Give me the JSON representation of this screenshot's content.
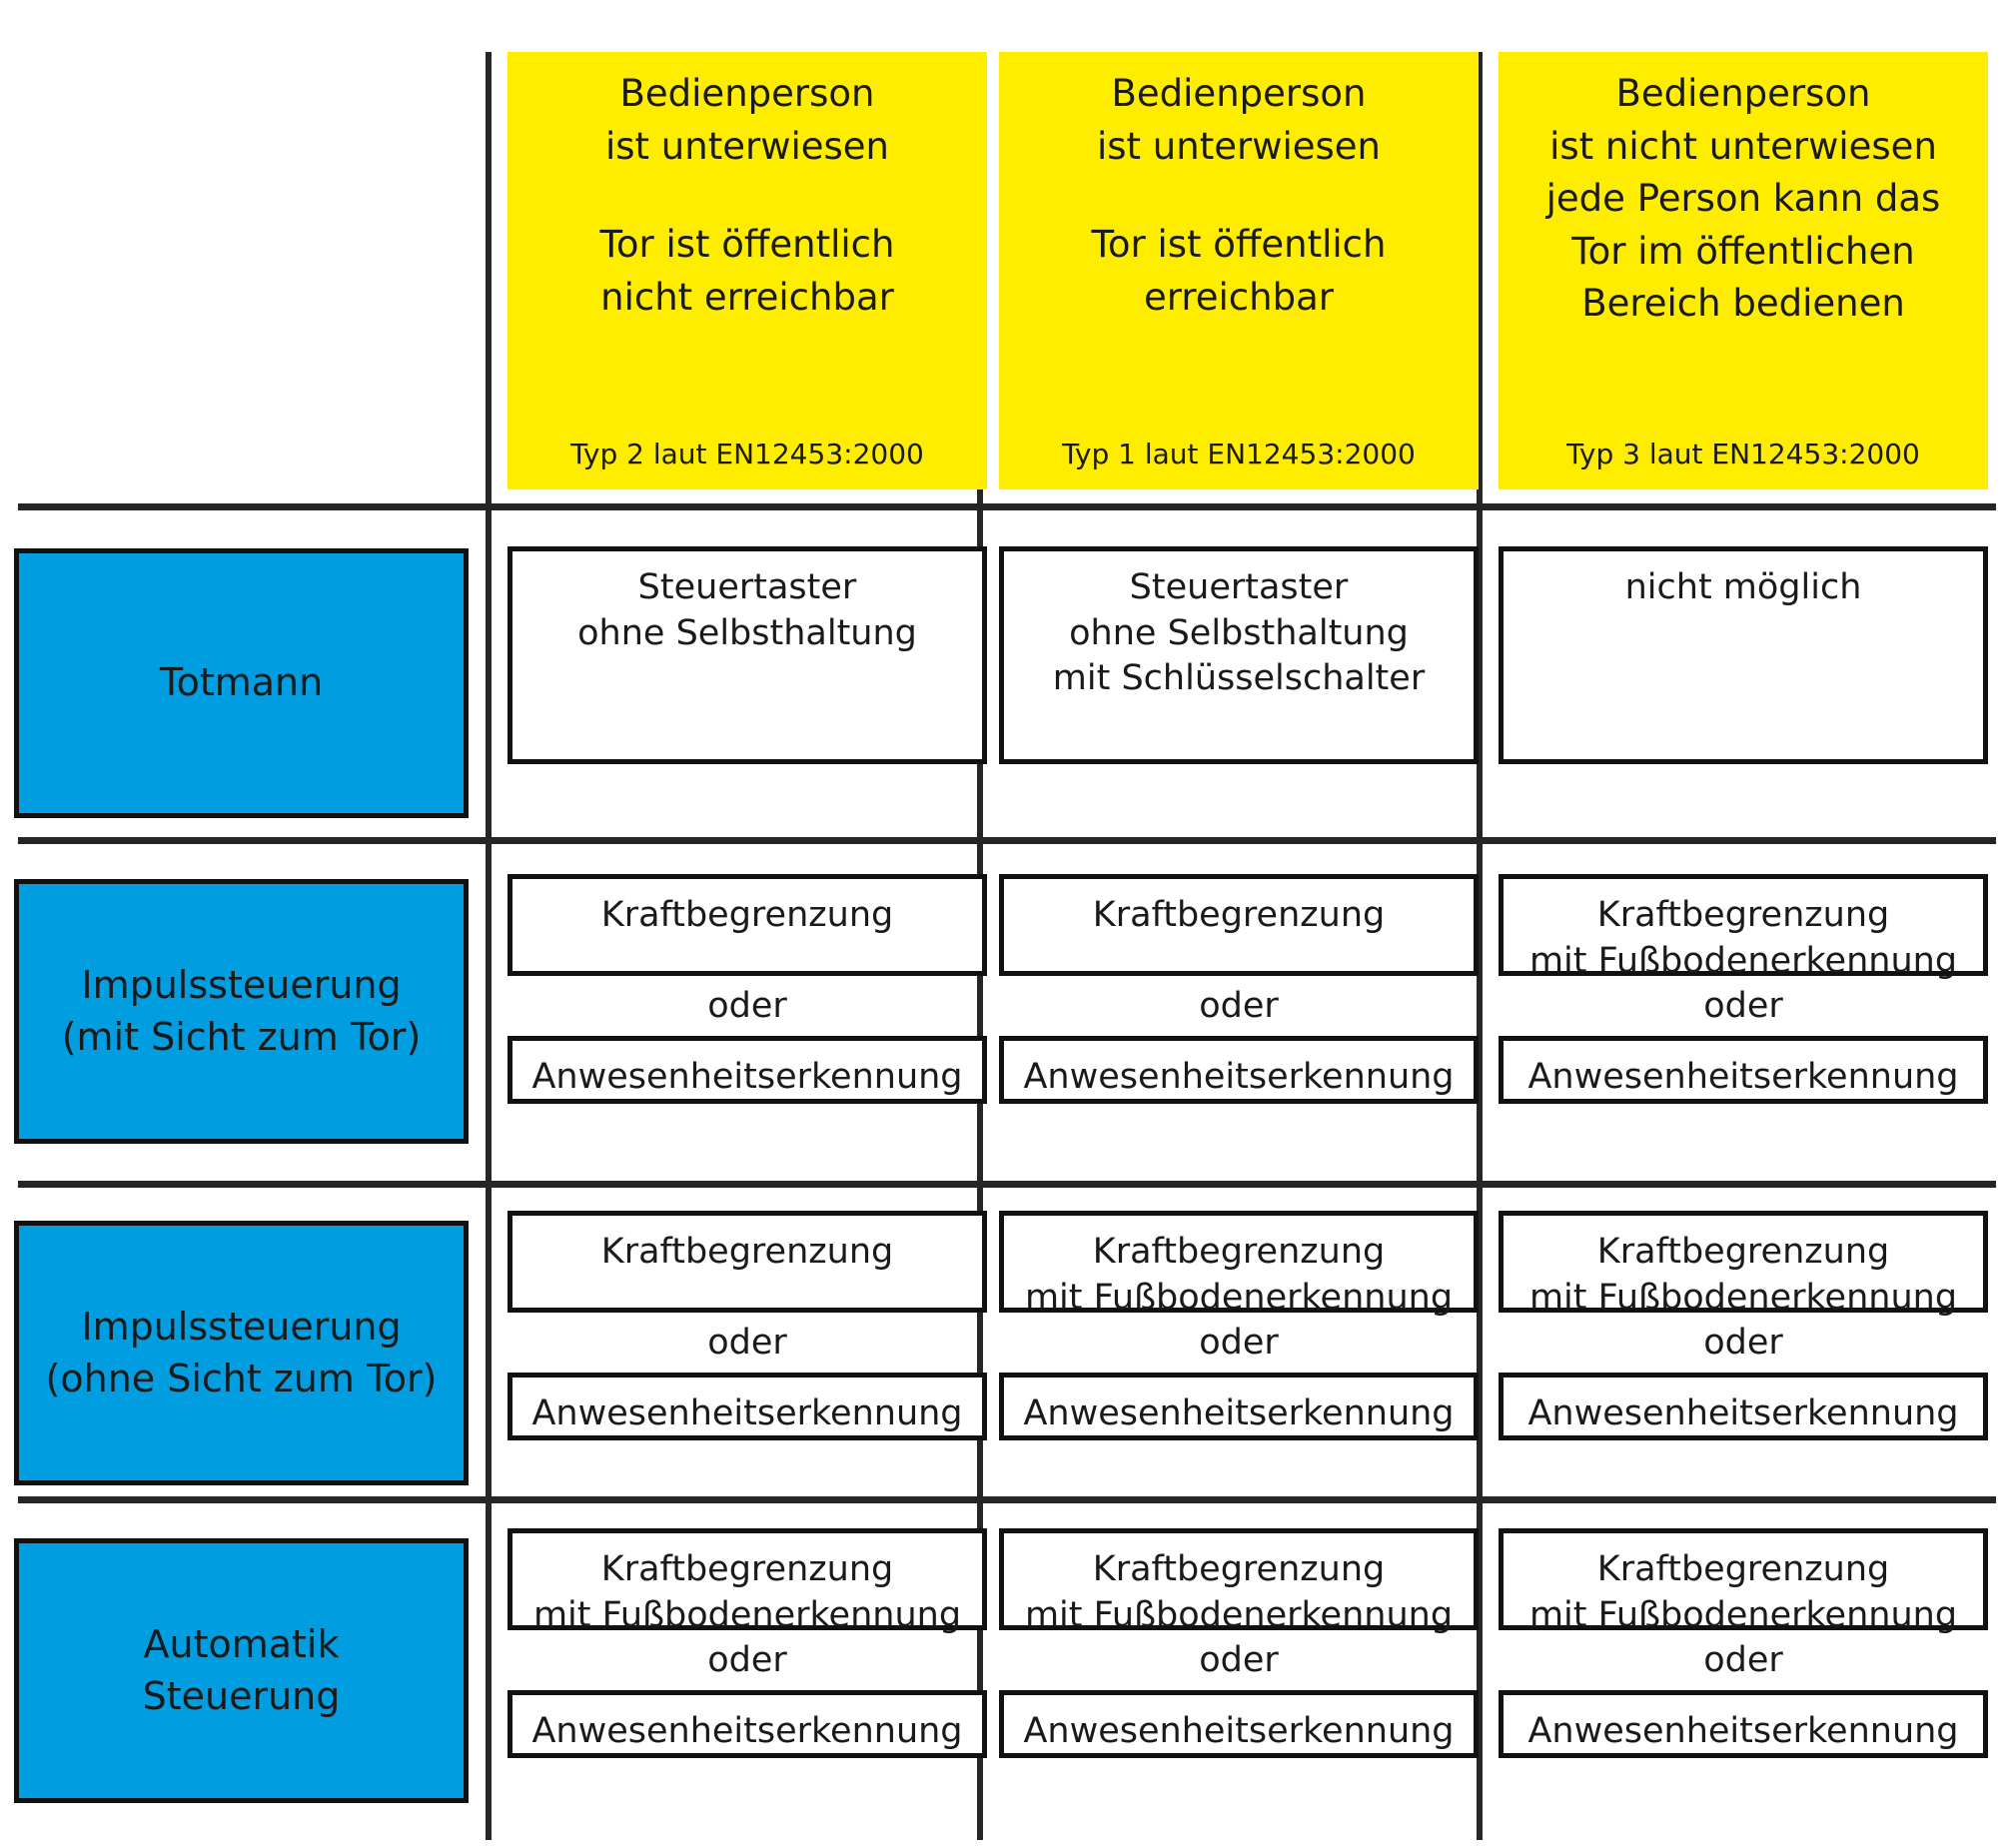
{
  "meta": {
    "accent_yellow": "#FFED00",
    "accent_blue": "#009EE0",
    "rule_color": "#262626"
  },
  "columns": [
    {
      "id": "col-1",
      "lines": [
        "Bedienperson",
        "ist unterwiesen",
        "Tor ist öffentlich",
        "nicht erreichbar"
      ],
      "type_note": "Typ 2 laut EN12453:2000"
    },
    {
      "id": "col-2",
      "lines": [
        "Bedienperson",
        "ist unterwiesen",
        "Tor ist öffentlich",
        "erreichbar"
      ],
      "type_note": "Typ 1 laut EN12453:2000"
    },
    {
      "id": "col-3",
      "lines": [
        "Bedienperson",
        "ist nicht unterwiesen",
        "jede Person kann das",
        "Tor im öffentlichen",
        "Bereich bedienen"
      ],
      "type_note": "Typ 3 laut EN12453:2000"
    }
  ],
  "rows": [
    {
      "id": "row-totmann",
      "label_lines": [
        "Totmann"
      ],
      "cells": [
        {
          "kind": "single",
          "primary": [
            "Steuertaster",
            "ohne Selbsthaltung"
          ]
        },
        {
          "kind": "single",
          "primary": [
            "Steuertaster",
            "ohne Selbsthaltung",
            "mit Schlüsselschalter"
          ]
        },
        {
          "kind": "single",
          "primary": [
            "nicht möglich"
          ]
        }
      ]
    },
    {
      "id": "row-impuls-mit-sicht",
      "label_lines": [
        "Impulssteuerung",
        "(mit Sicht zum Tor)"
      ],
      "cells": [
        {
          "kind": "alternatives",
          "primary": [
            "Kraftbegrenzung"
          ],
          "connector": "oder",
          "secondary": [
            "Anwesenheitserkennung"
          ]
        },
        {
          "kind": "alternatives",
          "primary": [
            "Kraftbegrenzung"
          ],
          "connector": "oder",
          "secondary": [
            "Anwesenheitserkennung"
          ]
        },
        {
          "kind": "alternatives",
          "primary": [
            "Kraftbegrenzung",
            "mit Fußbodenerkennung"
          ],
          "connector": "oder",
          "secondary": [
            "Anwesenheitserkennung"
          ]
        }
      ]
    },
    {
      "id": "row-impuls-ohne-sicht",
      "label_lines": [
        "Impulssteuerung",
        "(ohne Sicht zum Tor)"
      ],
      "cells": [
        {
          "kind": "alternatives",
          "primary": [
            "Kraftbegrenzung"
          ],
          "connector": "oder",
          "secondary": [
            "Anwesenheitserkennung"
          ]
        },
        {
          "kind": "alternatives",
          "primary": [
            "Kraftbegrenzung",
            "mit Fußbodenerkennung"
          ],
          "connector": "oder",
          "secondary": [
            "Anwesenheitserkennung"
          ]
        },
        {
          "kind": "alternatives",
          "primary": [
            "Kraftbegrenzung",
            "mit Fußbodenerkennung"
          ],
          "connector": "oder",
          "secondary": [
            "Anwesenheitserkennung"
          ]
        }
      ]
    },
    {
      "id": "row-automatik",
      "label_lines": [
        "Automatik",
        "Steuerung"
      ],
      "cells": [
        {
          "kind": "alternatives",
          "primary": [
            "Kraftbegrenzung",
            "mit Fußbodenerkennung"
          ],
          "connector": "oder",
          "secondary": [
            "Anwesenheitserkennung"
          ]
        },
        {
          "kind": "alternatives",
          "primary": [
            "Kraftbegrenzung",
            "mit Fußbodenerkennung"
          ],
          "connector": "oder",
          "secondary": [
            "Anwesenheitserkennung"
          ]
        },
        {
          "kind": "alternatives",
          "primary": [
            "Kraftbegrenzung",
            "mit Fußbodenerkennung"
          ],
          "connector": "oder",
          "secondary": [
            "Anwesenheitserkennung"
          ]
        }
      ]
    }
  ]
}
